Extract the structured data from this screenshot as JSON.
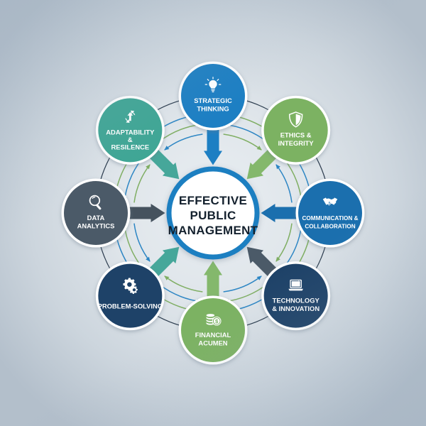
{
  "diagram": {
    "title": "Effective Public Management",
    "center": {
      "lines": [
        "EFFECTIVE",
        "PUBLIC",
        "MANAGEMENT"
      ],
      "ring_color": "#1a7fc1",
      "fill_color": "#ffffff",
      "text_color": "#14212e"
    },
    "background": {
      "base_color": "#dfe5ea",
      "edge_color": "#b3bfcb"
    },
    "outer_ring_color": "#2b3b4d",
    "ring_arrow_colors": {
      "green": "#7fae63",
      "blue": "#2d86c4"
    },
    "nodes": [
      {
        "id": "strategic-thinking",
        "lines": [
          "STRATEGIC",
          "THINKING"
        ],
        "icon": "lightbulb-icon",
        "color": "#1d7fc3",
        "arrow_color": "#1d7fc3",
        "angle_deg": 270,
        "position": "top"
      },
      {
        "id": "ethics-integrity",
        "lines": [
          "ETHICS &",
          "INTEGRITY"
        ],
        "icon": "shield-icon",
        "color": "#7cb262",
        "arrow_color": "#84b86c",
        "angle_deg": 315,
        "position": "top-right"
      },
      {
        "id": "communication-collaboration",
        "lines": [
          "COMMUNICATION &",
          "COLLABORATION"
        ],
        "icon": "handshake-icon",
        "color": "#1b6fae",
        "arrow_color": "#1b6fae",
        "angle_deg": 0,
        "position": "right"
      },
      {
        "id": "technology-innovation",
        "lines": [
          "TECHNOLOGY",
          "& INNOVATION"
        ],
        "icon": "laptop-icon",
        "color": "#1e4268",
        "arrow_color": "#4b5a68",
        "angle_deg": 45,
        "position": "bottom-right"
      },
      {
        "id": "financial-acumen",
        "lines": [
          "FINANCIAL",
          "ACUMEN"
        ],
        "icon": "coins-dollar-icon",
        "color": "#7cb262",
        "arrow_color": "#84b86c",
        "angle_deg": 90,
        "position": "bottom"
      },
      {
        "id": "problem-solving",
        "lines": [
          "PROBLEM-SOLVING"
        ],
        "icon": "gears-icon",
        "color": "#1e4268",
        "arrow_color": "#46a79a",
        "angle_deg": 135,
        "position": "bottom-left"
      },
      {
        "id": "data-analytics",
        "lines": [
          "DATA",
          "ANALYTICS"
        ],
        "icon": "magnifier-icon",
        "color": "#4b5a68",
        "arrow_color": "#45525e",
        "angle_deg": 180,
        "position": "left"
      },
      {
        "id": "adaptability-resilence",
        "lines": [
          "ADAPTABILITY",
          "&",
          "RESILENCE"
        ],
        "icon": "refresh-cycle-icon",
        "color": "#3fa695",
        "arrow_color": "#46a79a",
        "angle_deg": 225,
        "position": "top-left"
      }
    ]
  }
}
